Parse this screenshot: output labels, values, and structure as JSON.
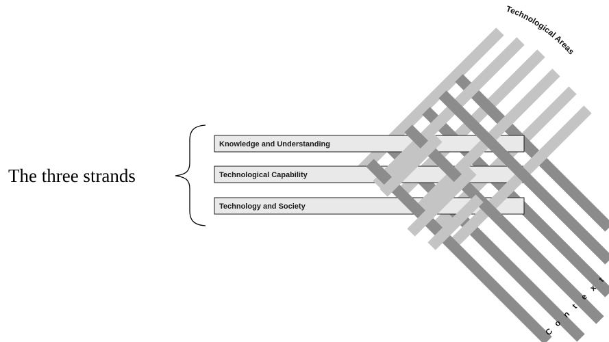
{
  "diagram": {
    "label": "The three strands",
    "strands": [
      {
        "label": "Knowledge and Understanding"
      },
      {
        "label": "Technological Capability"
      },
      {
        "label": "Technology and Society"
      }
    ],
    "technological_areas_label": "Technological Areas",
    "context_label": "Context",
    "colors": {
      "strand_fill": "#e9e9e9",
      "strand_border": "#1a1a1a",
      "areas_band": "#c4c4c4",
      "context_band": "#8c8c8c",
      "background": "#ffffff"
    }
  }
}
